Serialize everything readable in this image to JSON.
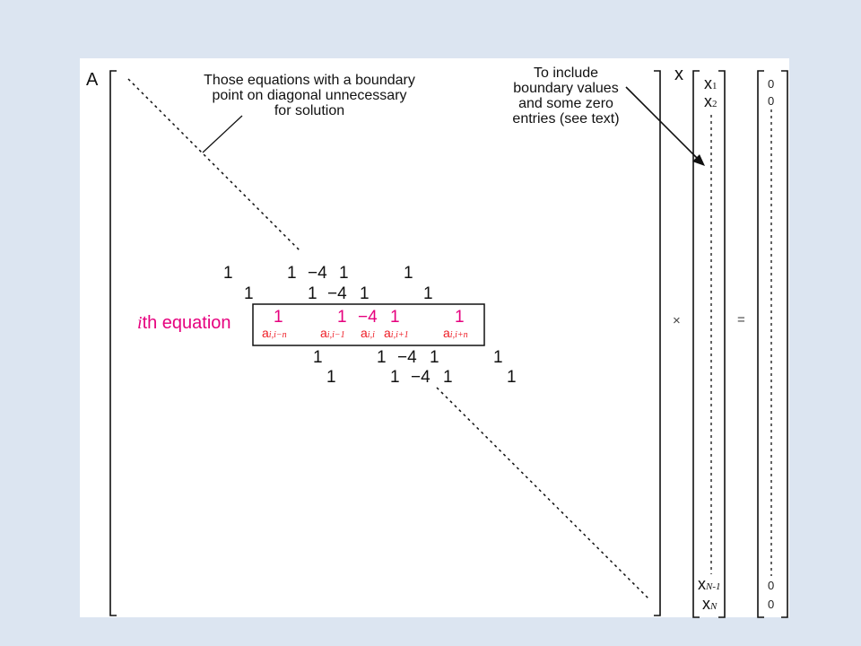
{
  "matrix_label": "A",
  "vector_x_label": "x",
  "note_left": [
    "Those equations with a boundary",
    "point on diagonal unnecessary",
    "for solution"
  ],
  "note_right": [
    "To include",
    "boundary values",
    "and some zero",
    "entries (see text)"
  ],
  "rows": {
    "row1": [
      "1",
      "1",
      "−4",
      "1",
      "1"
    ],
    "row2": [
      "1",
      "1",
      "−4",
      "1",
      "1"
    ],
    "ith": [
      "1",
      "1",
      "−4",
      "1",
      "1"
    ],
    "row4": [
      "1",
      "1",
      "−4",
      "1",
      "1"
    ],
    "row5": [
      "1",
      "1",
      "−4",
      "1",
      "1"
    ]
  },
  "ith_label": {
    "i": "i",
    "rest": "th equation"
  },
  "coef_labels": [
    {
      "base": "a",
      "sub": "i,i−n"
    },
    {
      "base": "a",
      "sub": "i,i−1"
    },
    {
      "base": "a",
      "sub": "i,i"
    },
    {
      "base": "a",
      "sub": "i,i+1"
    },
    {
      "base": "a",
      "sub": "i,i+n"
    }
  ],
  "x_entries": {
    "first": {
      "base": "x",
      "sub": "1"
    },
    "second": {
      "base": "x",
      "sub": "2"
    },
    "second_last": {
      "base": "x",
      "sub": "N-1"
    },
    "last": {
      "base": "x",
      "sub": "N"
    }
  },
  "times_symbol": "×",
  "equals_symbol": "=",
  "rhs_zeros": [
    "0",
    "0",
    "0",
    "0"
  ],
  "colors": {
    "background": "#dce5f1",
    "panel": "#ffffff",
    "highlight_red": "#ee1c25",
    "highlight_magenta": "#e6007e"
  }
}
